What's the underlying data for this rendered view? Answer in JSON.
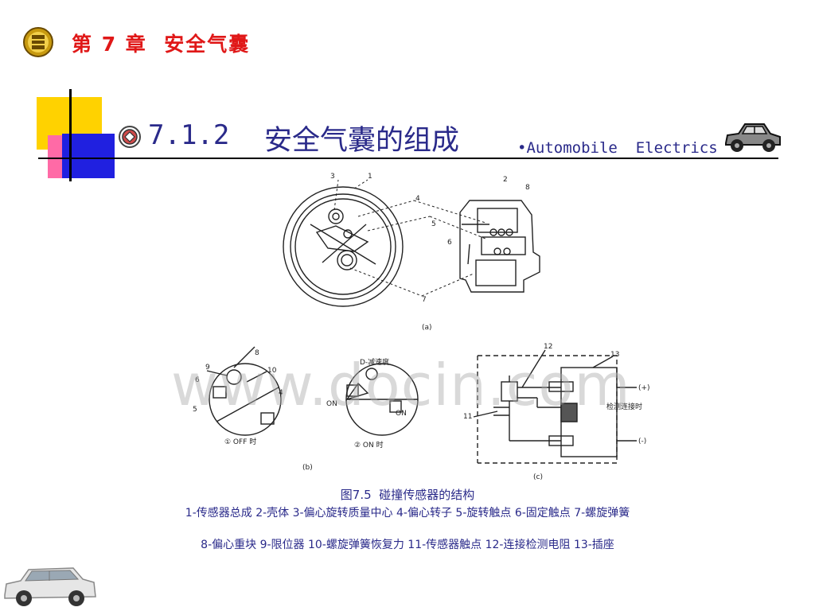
{
  "header": {
    "chapter_title": "第 7 章  安全气囊"
  },
  "section": {
    "number": "7.1.2",
    "title": "安全气囊的组成",
    "subtitle": "•Automobile  Electrics"
  },
  "diagram": {
    "label_a": "(a)",
    "label_b": "(b)",
    "label_c": "(c)",
    "off_label": "① OFF 时",
    "on_label": "② ON 时",
    "on_text_left": "ON",
    "on_text_right": "ON",
    "d_label": "D-减速度",
    "detect_label": "检测连接时",
    "plus_sign": "(+)",
    "minus_sign": "(-)",
    "n1": "1",
    "n2": "2",
    "n3": "3",
    "n4": "4",
    "n5": "5",
    "n6": "6",
    "n7": "7",
    "n8": "8",
    "b4": "4",
    "b5": "5",
    "b6": "6",
    "b8": "8",
    "b9": "9",
    "b10": "10",
    "c11": "11",
    "c12": "12",
    "c13": "13"
  },
  "watermark": "www.docin.com",
  "caption": {
    "title": "图7.5  碰撞传感器的结构",
    "line1": "1-传感器总成 2-壳体 3-偏心旋转质量中心 4-偏心转子 5-旋转触点 6-固定触点 7-螺旋弹簧",
    "line2": "8-偏心重块 9-限位器 10-螺旋弹簧恢复力 11-传感器触点 12-连接检测电阻 13-插座"
  },
  "colors": {
    "chapter_red": "#e01818",
    "title_blue": "#2a2a8a",
    "deco_yellow": "#ffd200",
    "deco_blue": "#2020e0",
    "deco_pink": "#ff6aa6"
  }
}
